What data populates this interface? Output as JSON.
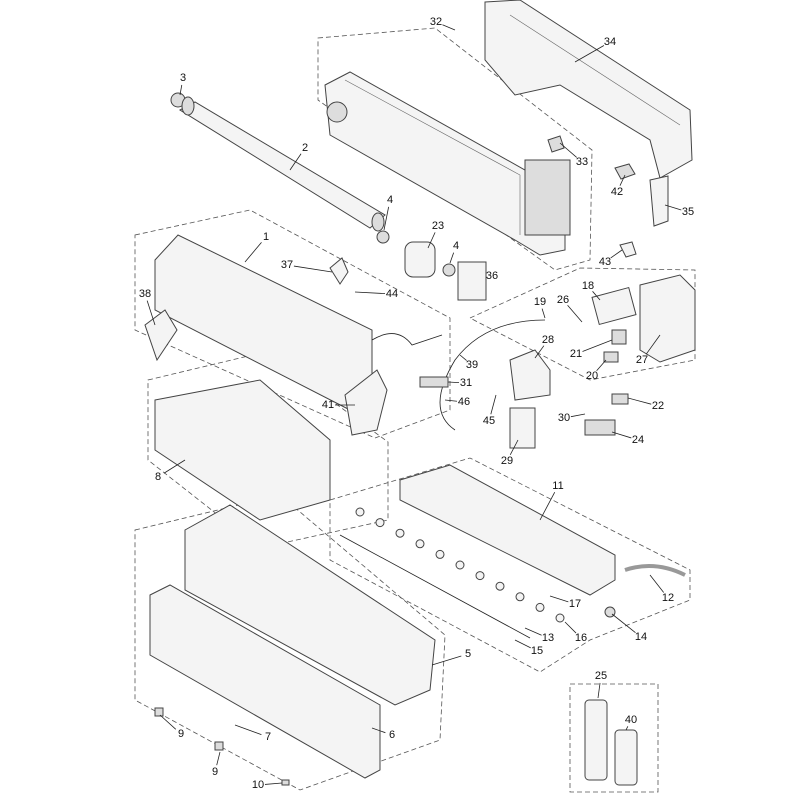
{
  "title": "Indoor unit exploded parts diagram",
  "labels": {
    "l32": "32",
    "l34": "34",
    "l3": "3",
    "l2": "2",
    "l33": "33",
    "l42": "42",
    "l35": "35",
    "l4a": "4",
    "l23": "23",
    "l1": "1",
    "l4b": "4",
    "l36": "36",
    "l37": "37",
    "l44": "44",
    "l43": "43",
    "l38": "38",
    "l19": "19",
    "l26": "26",
    "l18": "18",
    "l39": "39",
    "l21": "21",
    "l27": "27",
    "l28": "28",
    "l20": "20",
    "l31": "31",
    "l22": "22",
    "l46": "46",
    "l41": "41",
    "l30": "30",
    "l45": "45",
    "l24": "24",
    "l29": "29",
    "l8": "8",
    "l11": "11",
    "l12": "12",
    "l17": "17",
    "l14": "14",
    "l13": "13",
    "l16": "16",
    "l15": "15",
    "l5": "5",
    "l25": "25",
    "l40": "40",
    "l9a": "9",
    "l7": "7",
    "l6": "6",
    "l9b": "9",
    "l10": "10"
  }
}
